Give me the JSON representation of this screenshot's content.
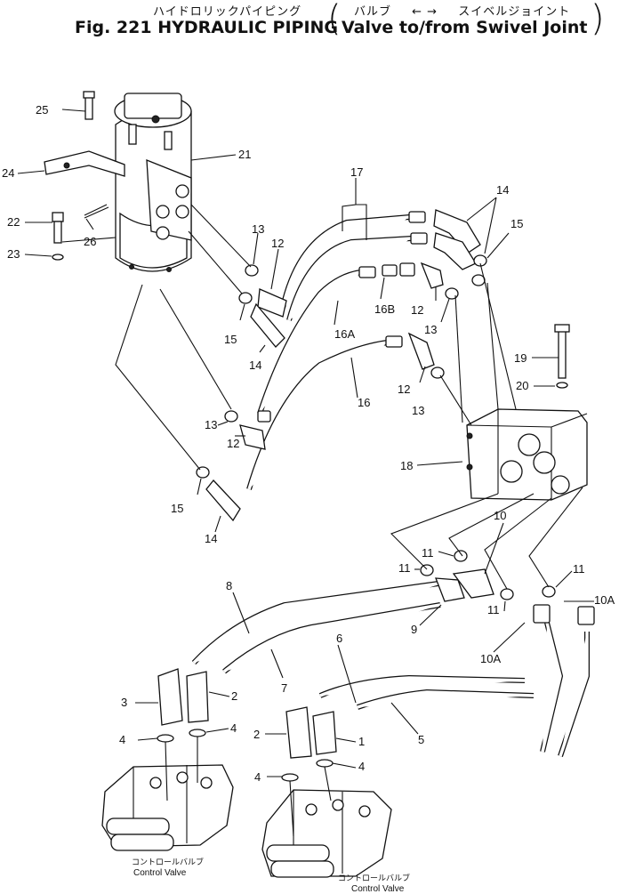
{
  "header": {
    "jp_title": "ハイドロリックパイピング",
    "jp_valve": "バルブ",
    "jp_arrows": "←  →",
    "jp_swivel": "スイベルジョイント",
    "en_title": "Fig. 221  HYDRAULIC PIPING",
    "en_sub": "Valve to/from Swivel Joint",
    "paren_open": "(",
    "paren_close": ")"
  },
  "labels": {
    "l1": "1",
    "l2": "2",
    "l2b": "2",
    "l3": "3",
    "l4a": "4",
    "l4b": "4",
    "l4c": "4",
    "l4d": "4",
    "l5": "5",
    "l6": "6",
    "l7": "7",
    "l8": "8",
    "l9": "9",
    "l10": "10",
    "l10a1": "10A",
    "l10a2": "10A",
    "l11a": "11",
    "l11b": "11",
    "l11c": "11",
    "l11d": "11",
    "l12a": "12",
    "l12b": "12",
    "l12c": "12",
    "l12d": "12",
    "l13a": "13",
    "l13b": "13",
    "l13c": "13",
    "l13d": "13",
    "l14a": "14",
    "l14b": "14",
    "l14c": "14",
    "l15a": "15",
    "l15b": "15",
    "l15c": "15",
    "l16": "16",
    "l16a": "16A",
    "l16b": "16B",
    "l17": "17",
    "l18": "18",
    "l19": "19",
    "l20": "20",
    "l21": "21",
    "l22": "22",
    "l23": "23",
    "l24": "24",
    "l25": "25",
    "l26": "26"
  },
  "captions": {
    "cv_left_jp": "コントロールバルブ",
    "cv_left_en": "Control Valve",
    "cv_right_jp": "コントロールバルブ",
    "cv_right_en": "Control Valve"
  }
}
